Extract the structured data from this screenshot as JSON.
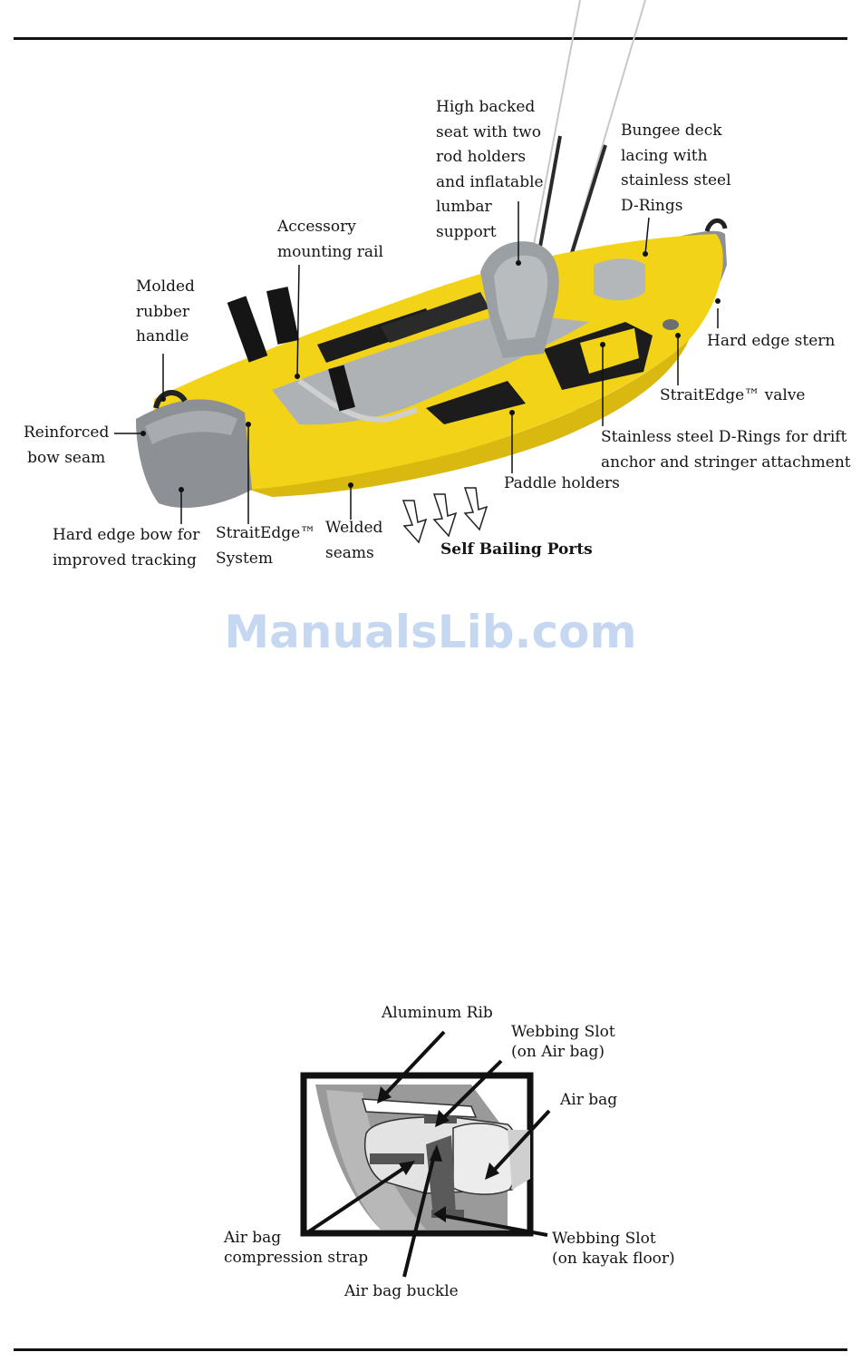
{
  "kayak_diagram": {
    "labels": {
      "seat": "High backed\nseat with two\nrod holders\nand inflatable\nlumbar\nsupport",
      "bungee": "Bungee deck\nlacing with\nstainless steel\nD-Rings",
      "rail": "Accessory\nmounting rail",
      "handle": "Molded\nrubber\nhandle",
      "stern": "Hard edge stern",
      "valve": "StraitEdge™ valve",
      "drings": "Stainless steel D-Rings for drift\nanchor and stringer attachment",
      "bow_seam": "Reinforced\nbow seam",
      "paddle": "Paddle holders",
      "bow": "Hard edge bow for\nimproved tracking",
      "system": "StraitEdge™\nSystem",
      "seams": "Welded\nseams",
      "bailing": "Self Bailing Ports"
    }
  },
  "watermark": "ManualsLib.com",
  "airbag_diagram": {
    "labels": {
      "rib": "Aluminum Rib",
      "slot_bag": "Webbing Slot\n(on Air bag)",
      "bag": "Air bag",
      "strap": "Air bag\ncompression strap",
      "slot_floor": "Webbing Slot\n(on kayak floor)",
      "buckle": "Air bag buckle"
    }
  },
  "colors": {
    "hull_yellow": "#f2d318",
    "hull_gray": "#8d9195",
    "deck_black": "#1c1c1c",
    "deck_gray": "#aeb2b5"
  }
}
